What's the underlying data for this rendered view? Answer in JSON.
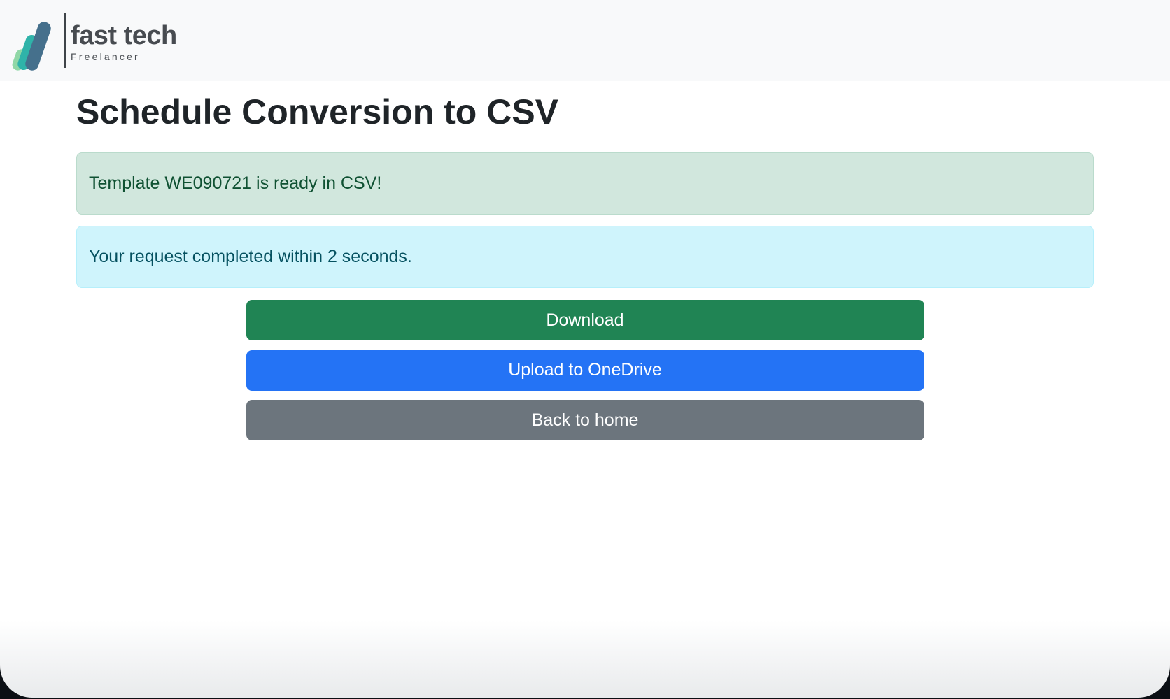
{
  "brand": {
    "name": "fast tech",
    "tagline": "Freelancer",
    "logo_colors": {
      "bar_small": "#90d7a6",
      "bar_medium": "#2fb3a9",
      "bar_large": "#45708c"
    }
  },
  "header": {
    "background": "#f8f9fa"
  },
  "page": {
    "title": "Schedule Conversion to CSV"
  },
  "alerts": {
    "success": {
      "text": "Template WE090721 is ready in CSV!",
      "background": "#d1e7dd",
      "text_color": "#0f5132"
    },
    "info": {
      "text": "Your request completed within 2 seconds.",
      "background": "#cff4fc",
      "text_color": "#055160"
    }
  },
  "actions": {
    "download": {
      "label": "Download",
      "color": "#208454"
    },
    "upload": {
      "label": "Upload to OneDrive",
      "color": "#2473f5"
    },
    "home": {
      "label": "Back to home",
      "color": "#6c757d"
    }
  }
}
